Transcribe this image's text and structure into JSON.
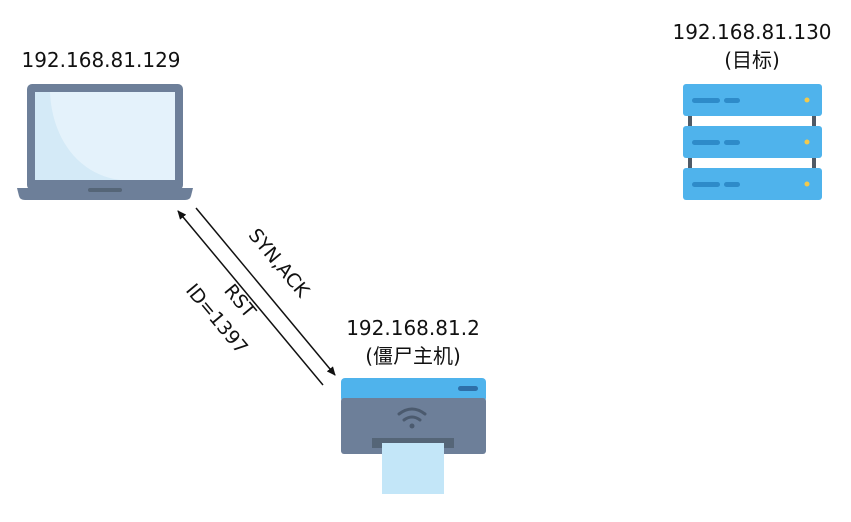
{
  "nodes": {
    "attacker": {
      "ip": "192.168.81.129",
      "icon": "laptop-icon"
    },
    "target": {
      "ip": "192.168.81.130",
      "role": "(目标)",
      "icon": "server-icon"
    },
    "zombie": {
      "ip": "192.168.81.2",
      "role": "(僵尸主机)",
      "icon": "printer-icon"
    }
  },
  "edges": [
    {
      "from": "attacker",
      "to": "zombie",
      "label": "SYN,ACK"
    },
    {
      "from": "zombie",
      "to": "attacker",
      "label_lines": [
        "RST",
        "ID=1397"
      ]
    }
  ],
  "colors": {
    "laptop_body": "#6d7f99",
    "laptop_screen": "#d4eaf7",
    "server": "#4fb3ec",
    "server_dark": "#2e8bc9",
    "server_rail": "#505a66",
    "server_led": "#f2c94c",
    "printer_top": "#4fb3ec",
    "printer_body": "#6d7f99",
    "paper": "#c3e6f8",
    "arrow": "#111111"
  }
}
